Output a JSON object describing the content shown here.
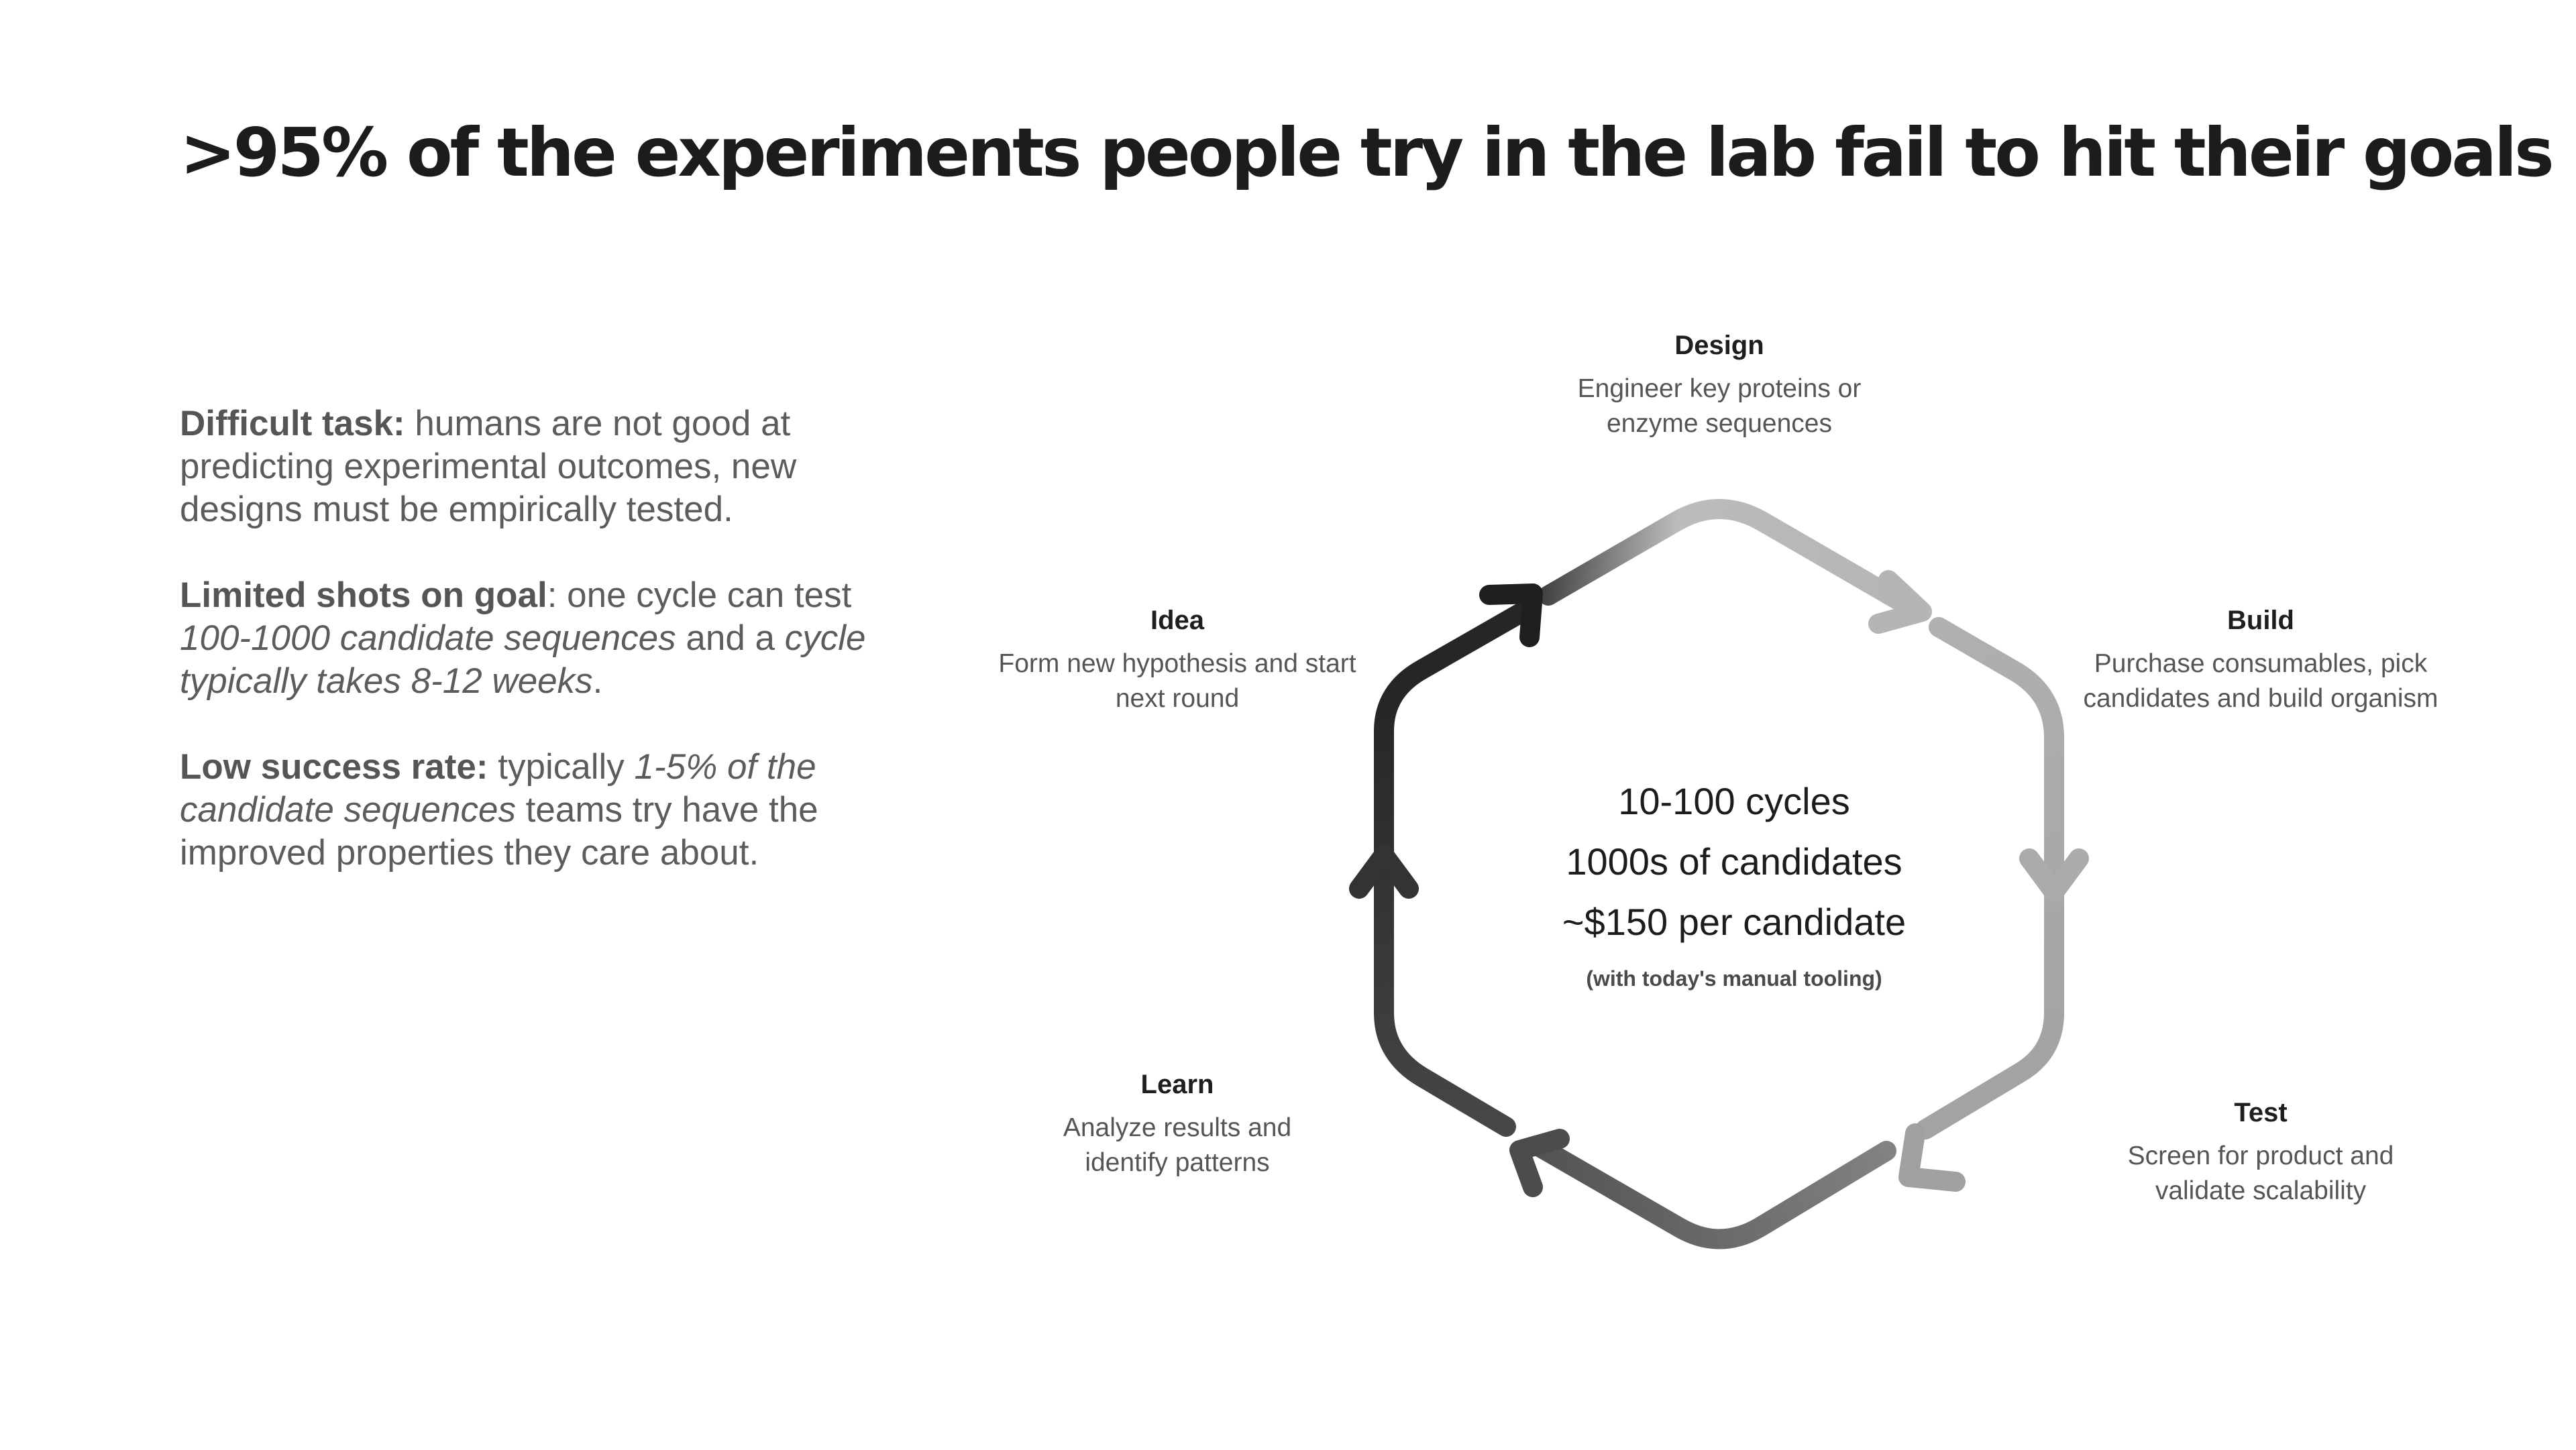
{
  "title": ">95% of the experiments people try in the lab fail to hit their goals",
  "points": [
    {
      "heading": "Difficult task:",
      "segments": [
        {
          "text": " humans are not good at predicting experimental outcomes, new designs must be empirically tested.",
          "italic": false
        }
      ]
    },
    {
      "heading": "Limited shots on goal",
      "segments": [
        {
          "text": ": one cycle can test ",
          "italic": false
        },
        {
          "text": "100-1000 candidate sequences",
          "italic": true
        },
        {
          "text": " and a ",
          "italic": false
        },
        {
          "text": "cycle typically takes 8-12 weeks",
          "italic": true
        },
        {
          "text": ".",
          "italic": false
        }
      ]
    },
    {
      "heading": "Low success rate:",
      "segments": [
        {
          "text": " typically ",
          "italic": false
        },
        {
          "text": "1-5% of the candidate sequences",
          "italic": true
        },
        {
          "text": " teams try have the improved properties they care about.",
          "italic": false
        }
      ]
    }
  ],
  "cycle": {
    "stages": {
      "design": {
        "title": "Design",
        "desc": "Engineer key proteins or enzyme sequences"
      },
      "build": {
        "title": "Build",
        "desc": "Purchase consumables, pick candidates and build organism"
      },
      "test": {
        "title": "Test",
        "desc": "Screen for product and validate scalability"
      },
      "learn": {
        "title": "Learn",
        "desc": "Analyze results and identify patterns"
      },
      "idea": {
        "title": "Idea",
        "desc": "Form new hypothesis and start next round"
      }
    },
    "center": {
      "line1": "10-100 cycles",
      "line2": "1000s of candidates",
      "line3": "~$150 per candidate",
      "note": "(with today's manual tooling)"
    },
    "colors": {
      "dark": "#1f1f1f",
      "mid": "#5a5a5a",
      "light": "#bdbdbd"
    }
  }
}
